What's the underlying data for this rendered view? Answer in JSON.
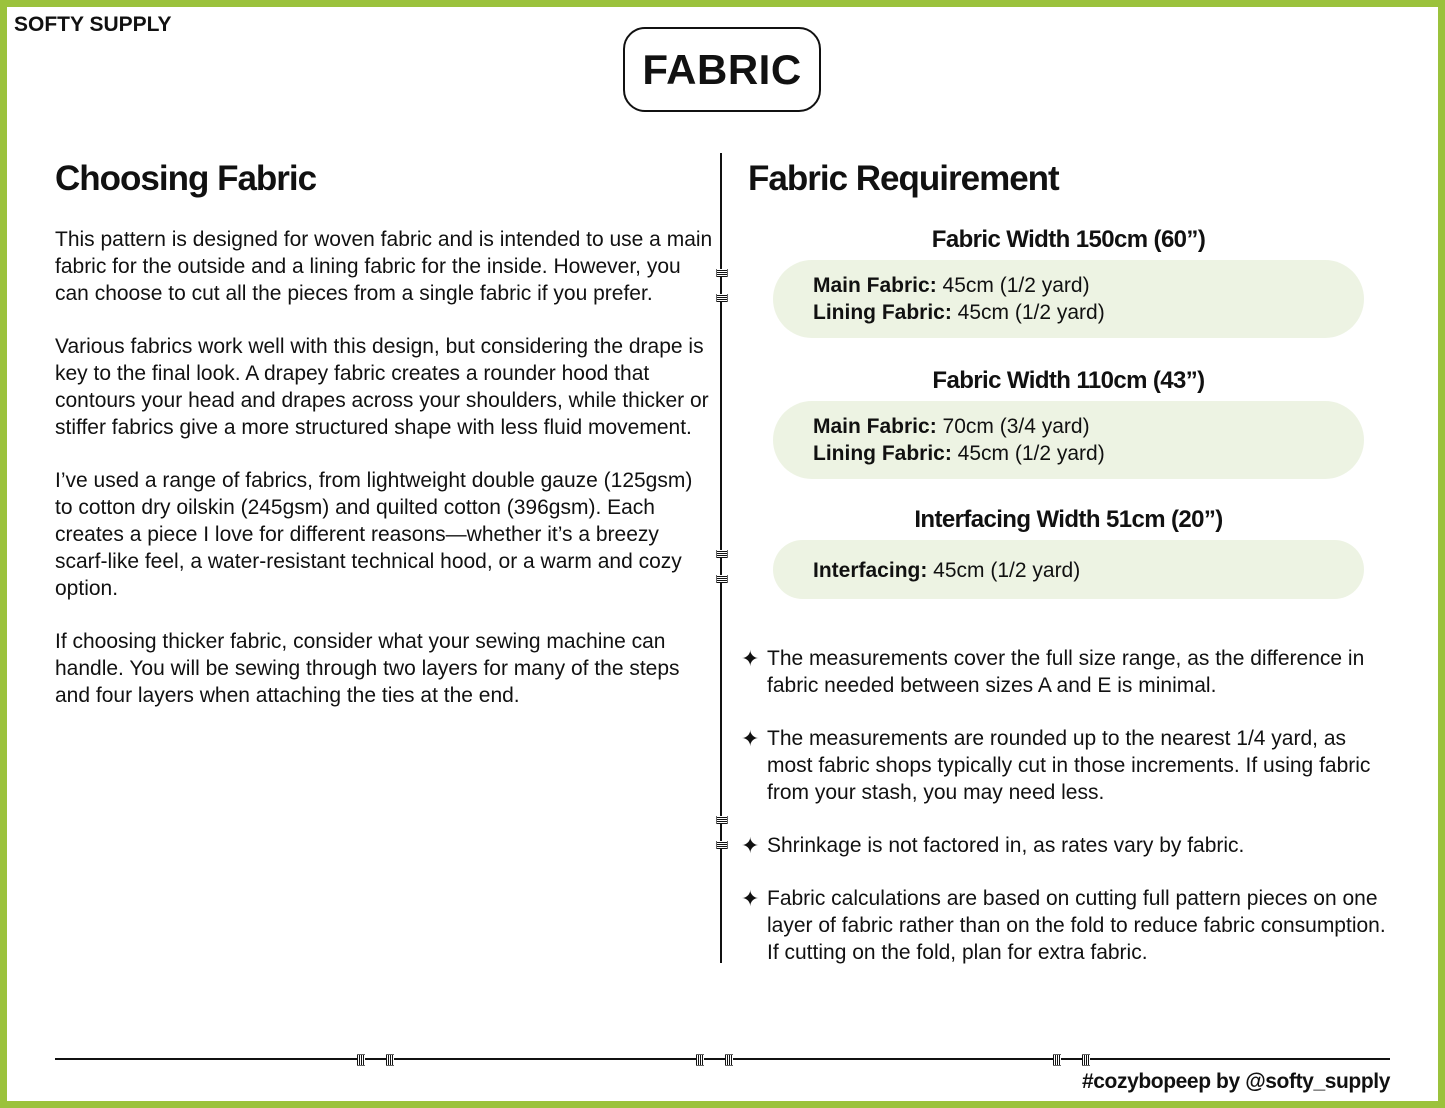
{
  "brand": "SOFTY SUPPLY",
  "title": "FABRIC",
  "left": {
    "heading": "Choosing Fabric",
    "paragraphs": [
      "This pattern is designed for woven fabric and is intended to use a main fabric for the outside and a lining fabric for the inside. However, you can choose to cut all the pieces from a single fabric if you prefer.",
      "Various fabrics work well with this design, but considering the drape is key to the final look. A drapey fabric creates a rounder hood that contours your head and drapes across your shoulders, while thicker or stiffer fabrics give a more structured shape with less fluid movement.",
      "I’ve used a range of fabrics, from lightweight double gauze (125gsm) to cotton dry oilskin (245gsm) and quilted cotton (396gsm). Each creates a piece I love for different reasons—whether it’s a breezy scarf-like feel, a water-resistant technical hood, or a warm and cozy option.",
      "If choosing thicker fabric, consider what your sewing machine can handle. You will be sewing through two layers for many of the steps and four layers when attaching the ties at the end."
    ]
  },
  "right": {
    "heading": "Fabric Requirement",
    "sections": [
      {
        "title": "Fabric Width 150cm (60”)",
        "rows": [
          {
            "label": "Main Fabric:",
            "value": " 45cm (1/2 yard)"
          },
          {
            "label": "Lining Fabric:",
            "value": " 45cm (1/2 yard)"
          }
        ]
      },
      {
        "title": "Fabric Width 110cm (43”)",
        "rows": [
          {
            "label": "Main Fabric:",
            "value": " 70cm (3/4 yard)"
          },
          {
            "label": "Lining Fabric:",
            "value": " 45cm (1/2 yard)"
          }
        ]
      },
      {
        "title": "Interfacing Width 51cm (20”)",
        "rows": [
          {
            "label": "Interfacing:",
            "value": " 45cm (1/2 yard)"
          }
        ]
      }
    ],
    "bullets": [
      "The measurements cover the full size range, as the difference in fabric needed between sizes A and E is minimal.",
      "The measurements are rounded up to the nearest 1/4 yard, as most fabric shops typically cut in those increments. If using fabric from your stash, you may need less.",
      "Shrinkage is not factored in, as rates vary by fabric.",
      "Fabric calculations are based on cutting full pattern pieces on one layer of fabric rather than on the fold to reduce fabric consumption. If cutting on the fold, plan for extra fabric."
    ]
  },
  "footer": "#cozybopeep by @softy_supply",
  "colors": {
    "border": "#9bc23c",
    "box": "#edf3e3"
  }
}
